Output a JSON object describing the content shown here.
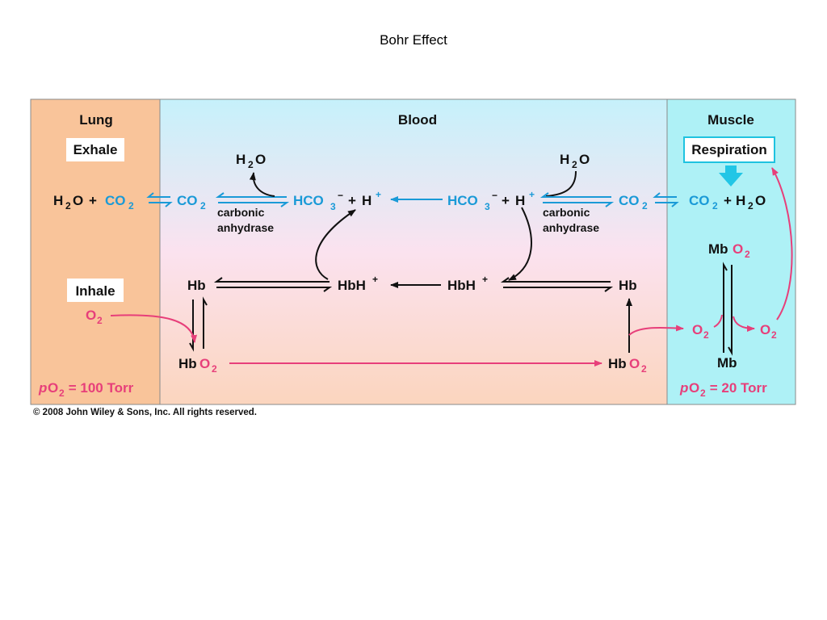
{
  "title": "Bohr Effect",
  "copyright": "© 2008 John Wiley & Sons, Inc. All rights reserved.",
  "colors": {
    "lung": "#f9c49a",
    "blood_top": "#c4f0fb",
    "blood_bottom": "#fbd6c0",
    "muscle": "#aef1f6",
    "blue": "#1a9ad7",
    "pink": "#e73f7a",
    "black": "#111111"
  },
  "panels": {
    "lung": "Lung",
    "blood": "Blood",
    "muscle": "Muscle"
  },
  "boxes": {
    "exhale": "Exhale",
    "inhale": "Inhale",
    "respiration": "Respiration"
  },
  "pressure": {
    "lung": {
      "p": "p",
      "o": "O",
      "sub": "2",
      "rest": " = 100 Torr"
    },
    "muscle": {
      "p": "p",
      "o": "O",
      "sub": "2",
      "rest": " = 20 Torr"
    }
  },
  "species": {
    "H": "H",
    "O": "O",
    "two": "2",
    "CO": "CO",
    "HCO": "HCO",
    "three": "3",
    "minus": "−",
    "plus": "+",
    "Hb": "Hb",
    "HbH": "HbH",
    "Mb": "Mb",
    "O2": "O"
  },
  "enzyme": {
    "line1": "carbonic",
    "line2": "anhydrase"
  }
}
